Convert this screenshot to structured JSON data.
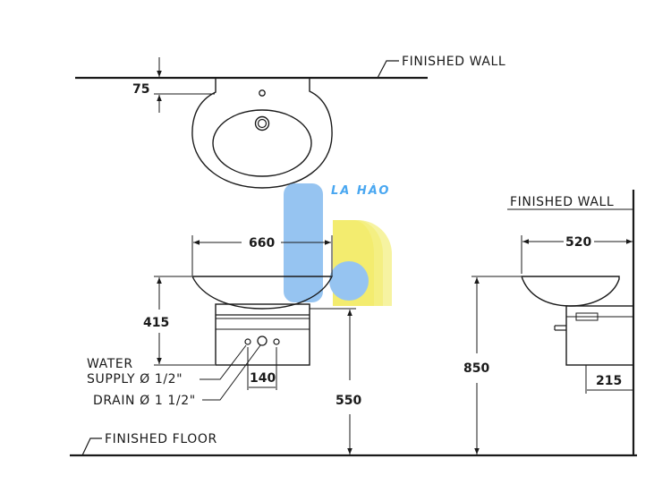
{
  "labels": {
    "finished_wall_top": "FINISHED WALL",
    "finished_wall_side": "FINISHED WALL",
    "finished_floor": "FINISHED FLOOR",
    "water_supply_line1": "WATER",
    "water_supply_line2": "SUPPLY Ø 1/2\"",
    "drain": "DRAIN Ø 1 1/2\""
  },
  "dimensions": {
    "wall_offset": "75",
    "front_width": "660",
    "basin_height": "415",
    "pipe_spacing": "140",
    "rim_height": "550",
    "side_depth": "520",
    "total_height": "850",
    "side_bottom": "215"
  },
  "watermark": {
    "text": "LA HÀO",
    "colors": {
      "blue": "#8ec0f0",
      "yellow": "#f4f080",
      "text": "#3aa0f0"
    }
  }
}
